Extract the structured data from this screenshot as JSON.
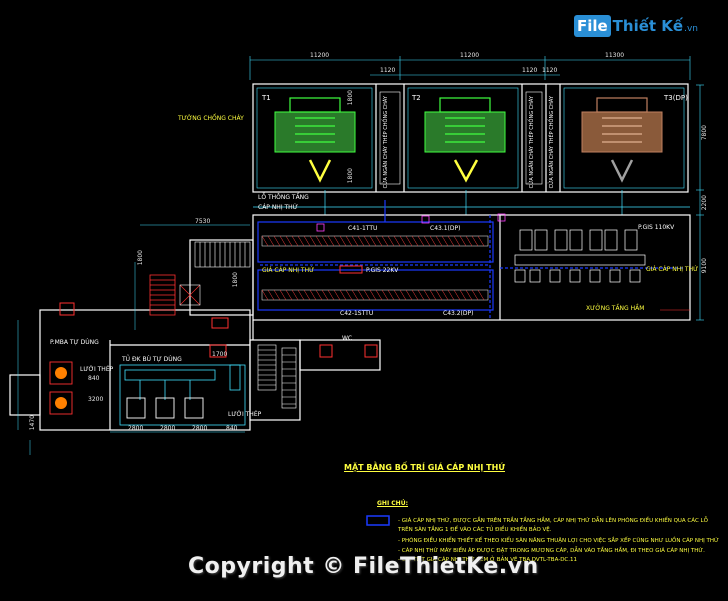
{
  "watermark": {
    "logo_file": "File",
    "logo_rest": "Thiết Kế",
    "logo_vn": ".vn",
    "copyright": "Copyright © FileThietKe.vn"
  },
  "dimensions": {
    "top_left": "11200",
    "top_mid": "11200",
    "top_right": "11300",
    "sub_1": "1120",
    "sub_2": "1120",
    "sub_3": "1120",
    "right_1": "7800",
    "right_2": "2200",
    "right_3": "9100",
    "left_1": "7530",
    "left_2": "1800",
    "left_3": "1800",
    "t_1": "1800",
    "t_2": "1800",
    "rm_1": "840",
    "rm_2": "3200",
    "rm_3": "1470",
    "rm_4": "2800",
    "rm_5": "2800",
    "rm_6": "2800",
    "rm_7": "840",
    "rm_8": "1700"
  },
  "labels": {
    "t1": "T1",
    "t2": "T2",
    "t3": "T3(DP)",
    "fire_wall": "TƯỜNG CHỐNG CHÁY",
    "cable_hole": "LỖ THÔNG TẦNG",
    "cable_tray": "CÁP NHỊ THỨ",
    "c41": "C41-1TTU",
    "c43_1": "C43.1(DP)",
    "c42": "C42-1STTU",
    "c43_2": "C43.2(DP)",
    "cable_secondary": "GIÁ CÁP NHỊ THỨ",
    "pgis22": "P.GIS 22KV",
    "pgis110": "P.GIS 110KV",
    "cable_secondary_right": "GIÁ CÁP NHỊ THỨ",
    "basement_slope": "XƯỞNG TẦNG HẦM",
    "mba_room": "P.MBA TỰ DÙNG",
    "steel_mesh_1": "LƯỚI THÉP",
    "steel_mesh_2": "LƯỚI THÉP",
    "room_cabinet": "TỦ ĐK BÙ TỰ DÙNG",
    "wc": "WC",
    "vert_t1": "CỬA NGĂN CHÁY THÉP CHỐNG CHÁY",
    "vert_t2": "CỬA NGĂN CHÁY THÉP CHỐNG CHÁY",
    "vert_t3": "CỬA NGĂN CHÁY THÉP CHỐNG CHÁY"
  },
  "title": "MẶT BẰNG BỐ TRÍ GIÁ CÁP NHỊ THỨ",
  "notes": {
    "heading": "GHI CHÚ:",
    "lines": [
      "- GIÁ CÁP NHỊ THỨ, ĐƯỢC GẮN TRÊN TRẦN TẦNG HẦM, CÁP NHỊ THỨ DẪN LÊN PHÒNG ĐIỀU KHIỂN QUA CÁC LỖ",
      "TRÊN SÀN TẦNG 1 ĐỂ VÀO CÁC TỦ ĐIỀU KHIỂN BẢO VỆ.",
      "- PHÒNG ĐIỀU KHIỂN THIẾT KẾ THEO KIỂU SÀN NÂNG THUẬN LỢI CHO VIỆC SẮP XẾP CŨNG NHƯ LUỒN CÁP NHỊ THỨ",
      "- CÁP NHỊ THỨ MÁY BIẾN ÁP ĐƯỢC ĐẶT TRONG MƯƠNG CÁP, DẪN VÀO TẦNG HẦM, ĐI THEO GIÁ CÁP NHỊ THỨ.",
      "- CHI TIẾT GIÁ CÁP NHỊ THỨ XEM Ở BẢN VẼ TBA.DVTL-TBA-DC.11"
    ]
  },
  "colors": {
    "background": "#000000",
    "wall": "#ffffff",
    "dim": "#40e0ff",
    "transformer_green": "#40ff40",
    "transformer_brown": "#a07050",
    "cable": "#0000ff",
    "accent_yellow": "#ffff40",
    "red": "#ff3030",
    "magenta": "#ff40ff"
  }
}
